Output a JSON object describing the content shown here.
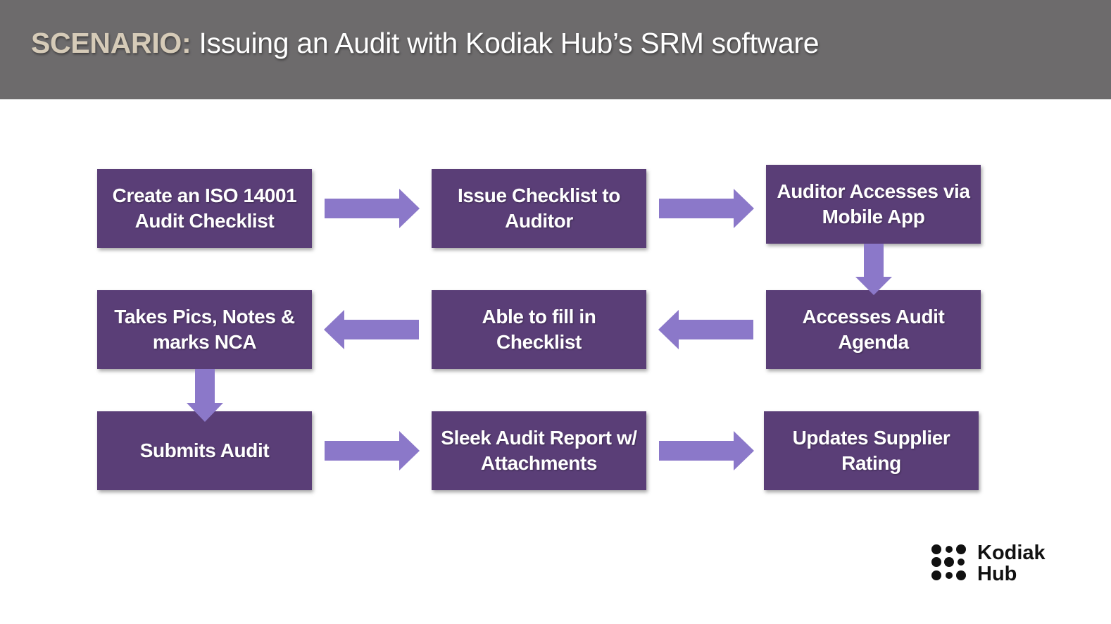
{
  "header": {
    "title_lead": "SCENARIO:",
    "title_rest": " Issuing an Audit with Kodiak Hub’s SRM software"
  },
  "steps": [
    {
      "label": "Create an ISO 14001 Audit Checklist"
    },
    {
      "label": "Issue Checklist to Auditor"
    },
    {
      "label": "Auditor Accesses via Mobile App"
    },
    {
      "label": "Accesses Audit Agenda"
    },
    {
      "label": "Able to fill in Checklist"
    },
    {
      "label": "Takes Pics, Notes & marks NCA"
    },
    {
      "label": "Submits Audit"
    },
    {
      "label": "Sleek Audit Report w/ Attachments"
    },
    {
      "label": "Updates Supplier Rating"
    }
  ],
  "logo": {
    "line1": "Kodiak",
    "line2": "Hub"
  },
  "colors": {
    "header_bg": "#6d6b6c",
    "box": "#5a3e77",
    "arrow": "#8b78c9",
    "title_accent": "#d6cbb8"
  }
}
